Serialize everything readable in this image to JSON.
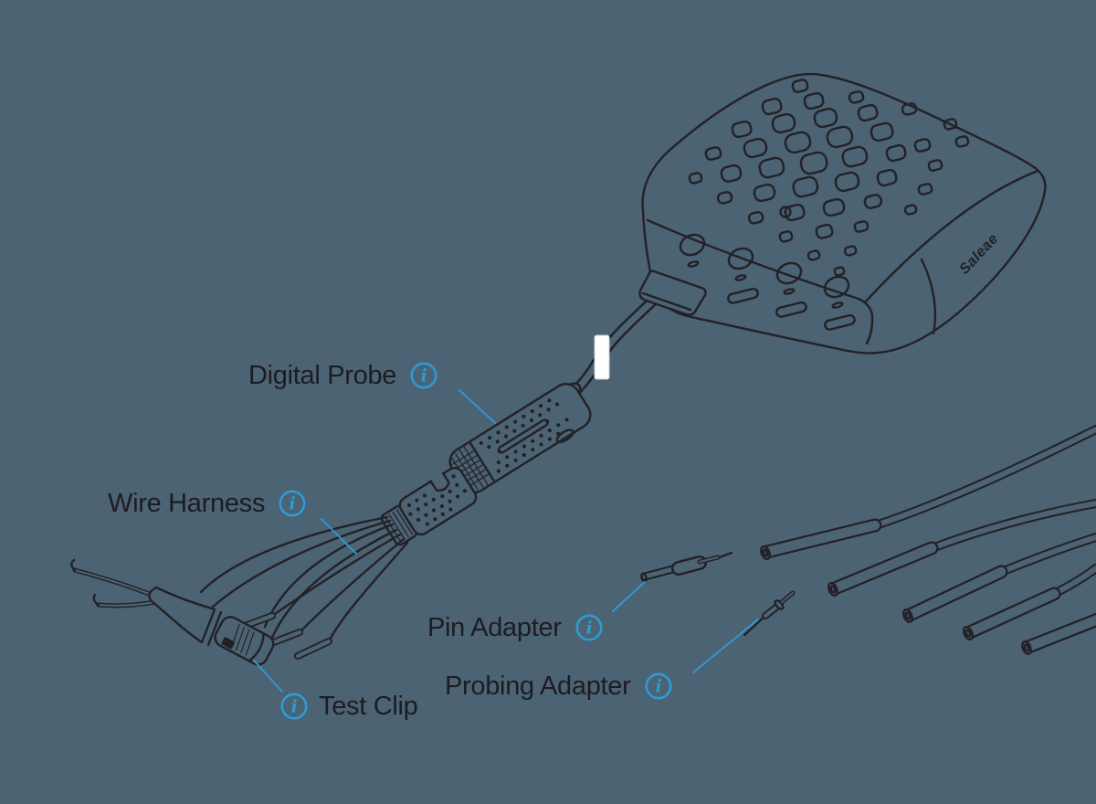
{
  "colors": {
    "bg": "#4B6372",
    "line": "#242028",
    "text": "#1E1B23",
    "accent": "#2E9AD6",
    "marker": "#FFFFFF"
  },
  "device": {
    "brand": "Saleae"
  },
  "labels": {
    "digital_probe": "Digital Probe",
    "wire_harness": "Wire Harness",
    "test_clip": "Test Clip",
    "pin_adapter": "Pin Adapter",
    "probing_adapter": "Probing Adapter"
  },
  "info_icon": {
    "glyph": "i"
  }
}
